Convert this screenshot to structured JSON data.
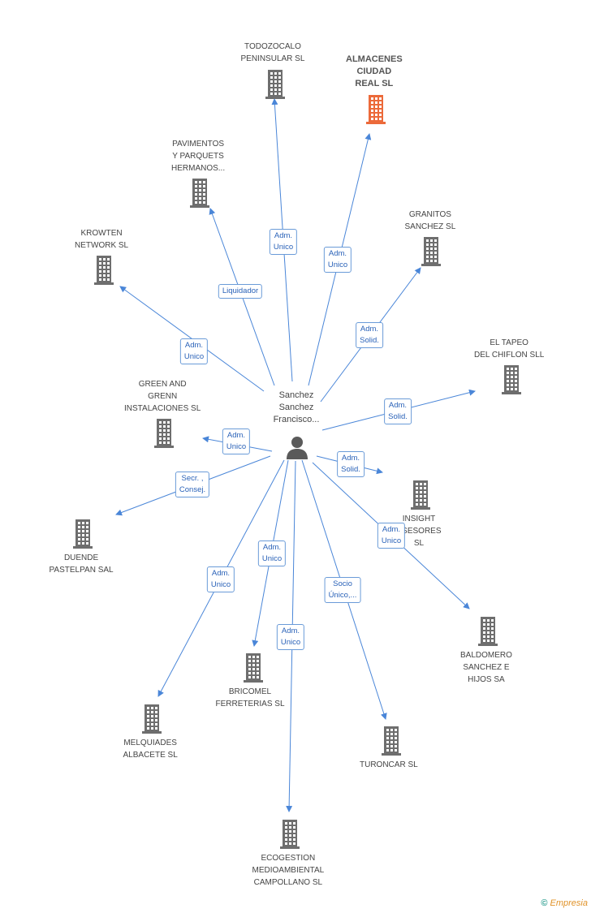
{
  "center": {
    "name": [
      "Sanchez",
      "Sanchez",
      "Francisco..."
    ]
  },
  "companies": [
    {
      "id": "todozocalo",
      "lines": [
        "TODOZOCALO",
        "PENINSULAR SL"
      ],
      "main": false
    },
    {
      "id": "almacenes",
      "lines": [
        "ALMACENES",
        "CIUDAD",
        "REAL SL"
      ],
      "main": true
    },
    {
      "id": "pavimentos",
      "lines": [
        "PAVIMENTOS",
        "Y PARQUETS",
        "HERMANOS..."
      ],
      "main": false
    },
    {
      "id": "granitos",
      "lines": [
        "GRANITOS",
        "SANCHEZ  SL"
      ],
      "main": false
    },
    {
      "id": "krowten",
      "lines": [
        "KROWTEN",
        "NETWORK  SL"
      ],
      "main": false
    },
    {
      "id": "tapeo",
      "lines": [
        "EL TAPEO",
        "DEL CHIFLON SLL"
      ],
      "main": false
    },
    {
      "id": "green",
      "lines": [
        "GREEN AND",
        "GRENN",
        "INSTALACIONES SL"
      ],
      "main": false
    },
    {
      "id": "insight",
      "lines": [
        "INSIGHT",
        "ASESORES",
        "SL"
      ],
      "main": false
    },
    {
      "id": "duende",
      "lines": [
        "DUENDE",
        "PASTELPAN SAL"
      ],
      "main": false
    },
    {
      "id": "baldomero",
      "lines": [
        "BALDOMERO",
        "SANCHEZ E",
        "HIJOS SA"
      ],
      "main": false
    },
    {
      "id": "bricomel",
      "lines": [
        "BRICOMEL",
        "FERRETERIAS SL"
      ],
      "main": false
    },
    {
      "id": "melquiades",
      "lines": [
        "MELQUIADES",
        "ALBACETE SL"
      ],
      "main": false
    },
    {
      "id": "turoncar",
      "lines": [
        "TURONCAR  SL"
      ],
      "main": false
    },
    {
      "id": "ecogestion",
      "lines": [
        "ECOGESTION",
        "MEDIOAMBIENTAL",
        "CAMPOLLANO SL"
      ],
      "main": false
    }
  ],
  "relations": [
    {
      "to": "todozocalo",
      "lines": [
        "Adm.",
        "Unico"
      ]
    },
    {
      "to": "almacenes",
      "lines": [
        "Adm.",
        "Unico"
      ]
    },
    {
      "to": "pavimentos",
      "lines": [
        "Liquidador"
      ]
    },
    {
      "to": "granitos",
      "lines": [
        "Adm.",
        "Solid."
      ]
    },
    {
      "to": "krowten",
      "lines": [
        "Adm.",
        "Unico"
      ]
    },
    {
      "to": "tapeo",
      "lines": [
        "Adm.",
        "Solid."
      ]
    },
    {
      "to": "green",
      "lines": [
        "Adm.",
        "Unico"
      ]
    },
    {
      "to": "insight",
      "lines": [
        "Adm.",
        "Solid."
      ]
    },
    {
      "to": "duende",
      "lines": [
        "Secr. ,",
        "Consej."
      ]
    },
    {
      "to": "baldomero",
      "lines": [
        "Adm.",
        "Unico"
      ]
    },
    {
      "to": "bricomel",
      "lines": [
        "Adm.",
        "Unico"
      ]
    },
    {
      "to": "melquiades",
      "lines": [
        "Adm.",
        "Unico"
      ]
    },
    {
      "to": "turoncar",
      "lines": [
        "Socio",
        "Único,..."
      ]
    },
    {
      "to": "ecogestion",
      "lines": [
        "Adm.",
        "Unico"
      ]
    }
  ],
  "colors": {
    "edge": "#4a86d8",
    "building": "#6e6e6e",
    "main_building": "#ec6a3a",
    "label_text": "#2a62b8"
  },
  "icons": {
    "company": "building-icon",
    "person": "person-icon"
  },
  "footer": {
    "copyright": "©",
    "brand": "Empresia"
  }
}
